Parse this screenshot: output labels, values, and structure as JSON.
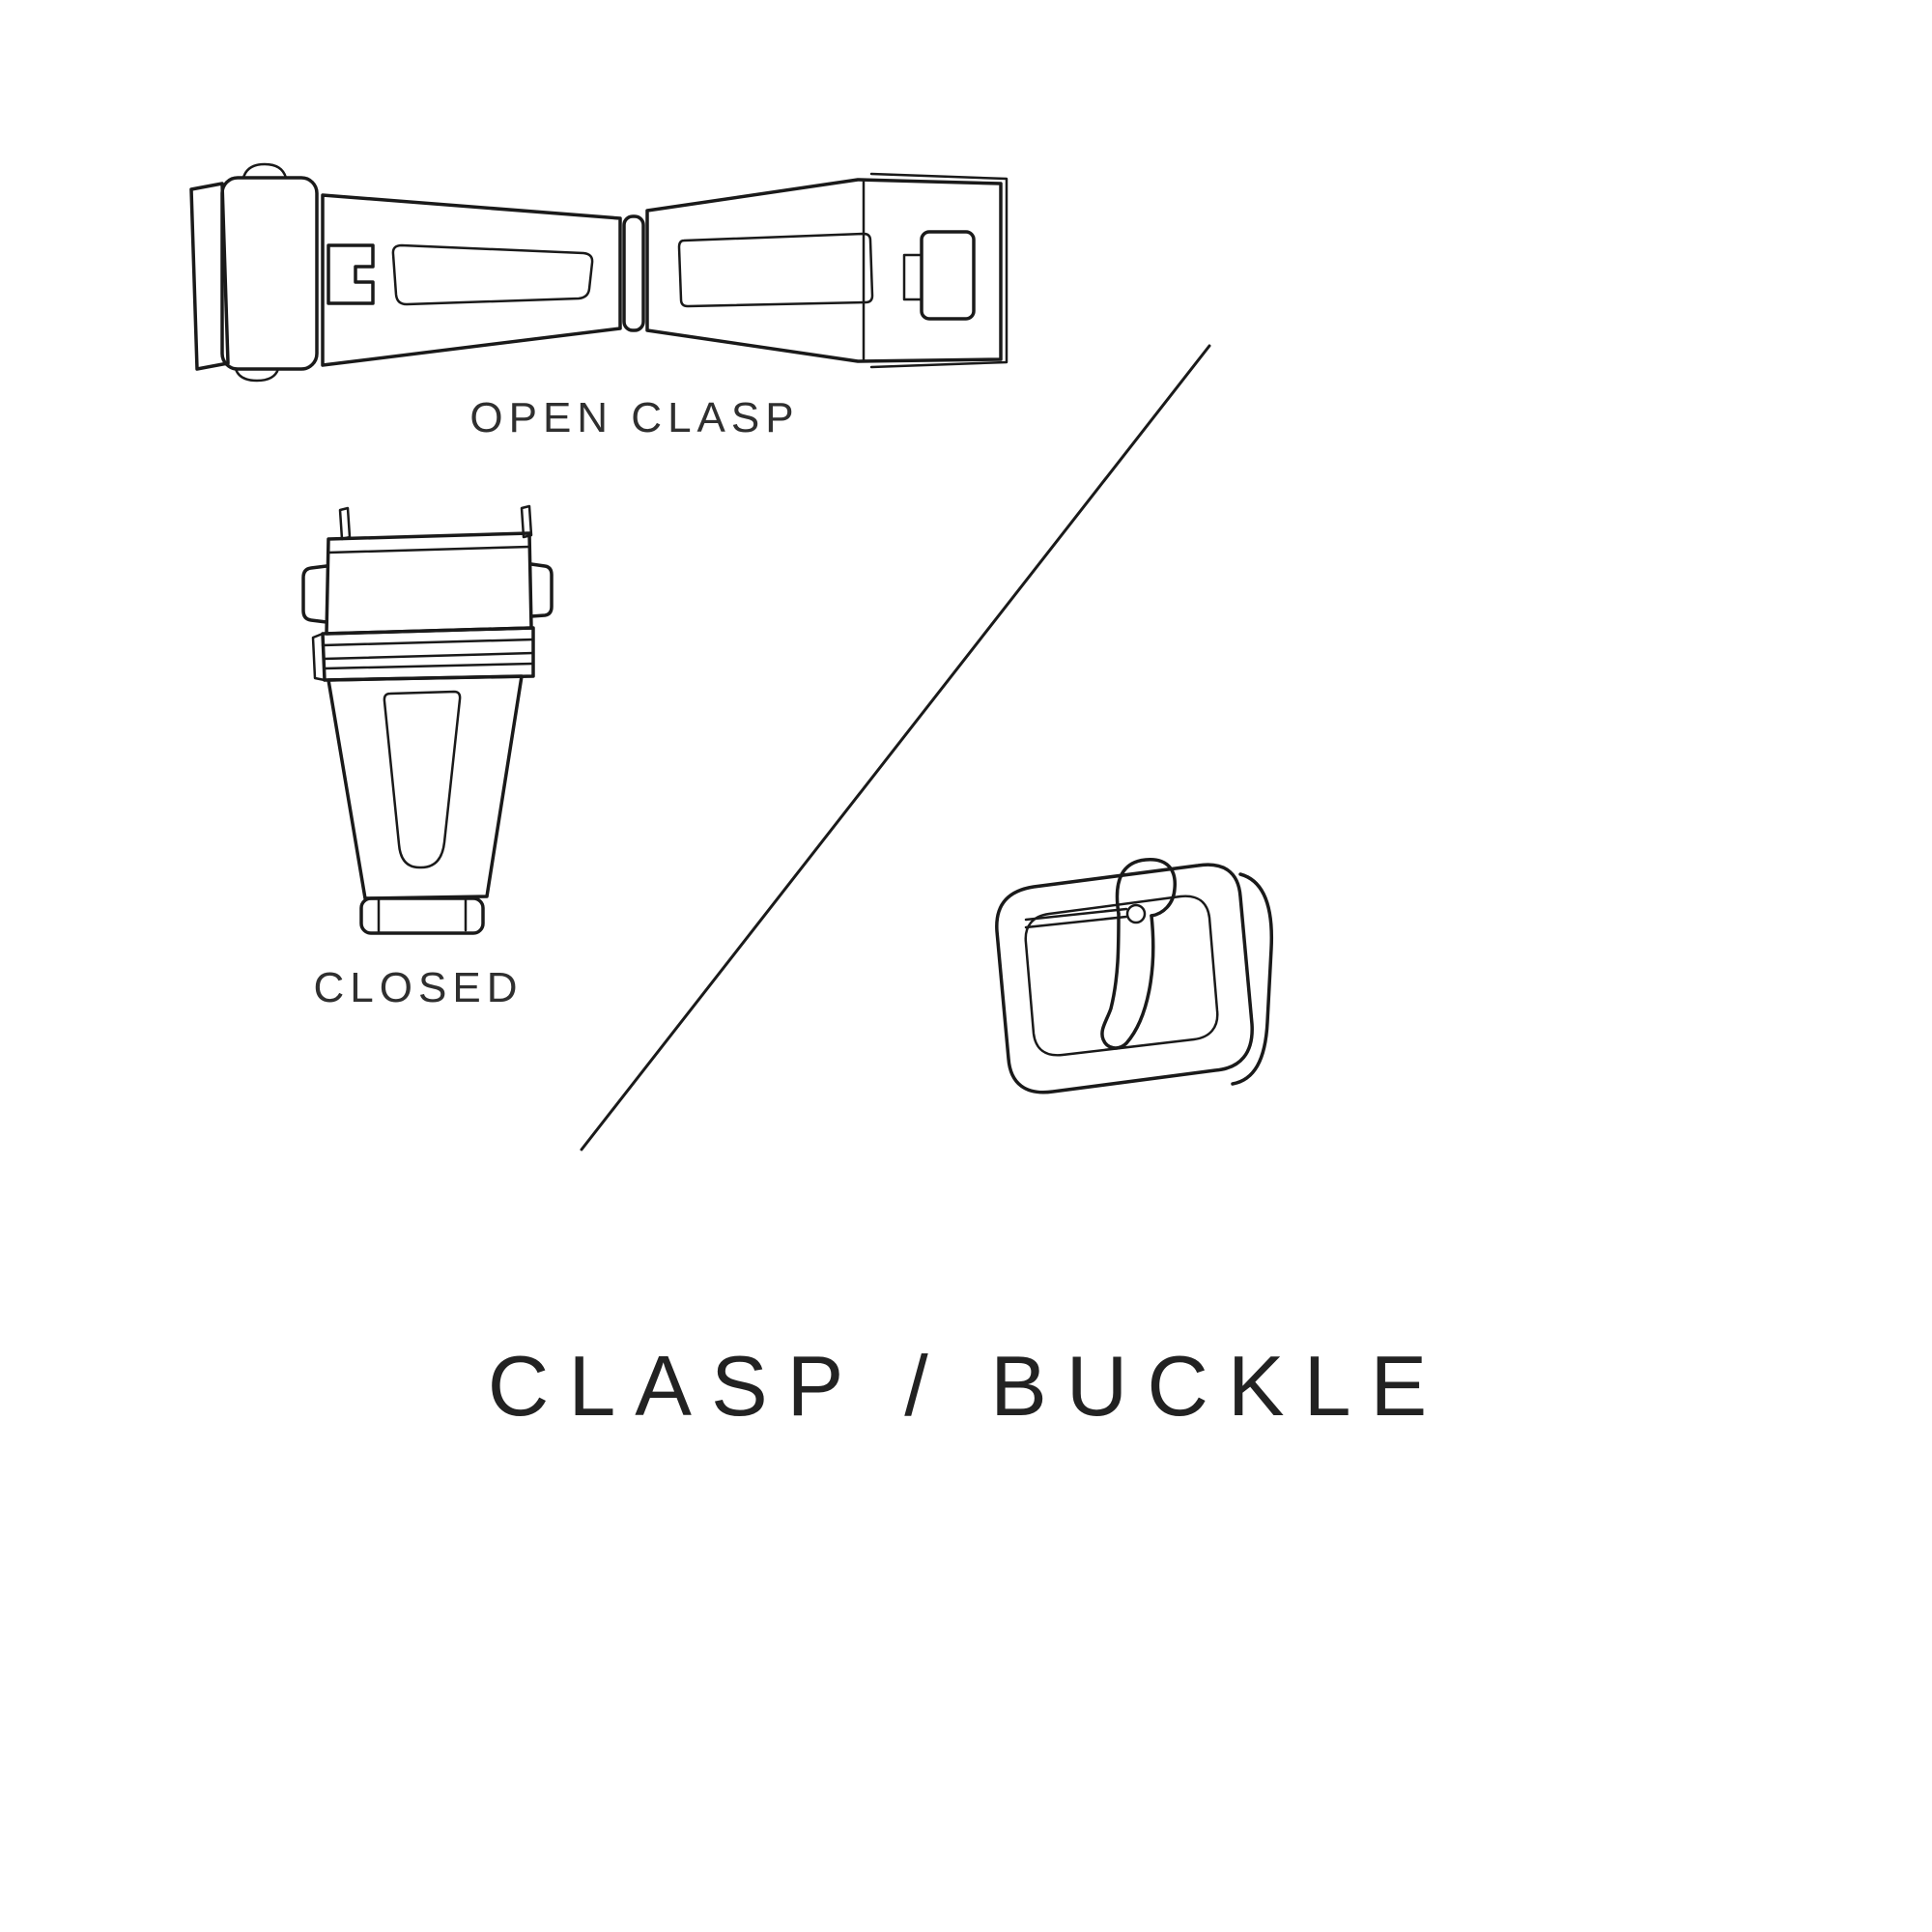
{
  "page": {
    "background_color": "#ffffff",
    "ink_color": "#1a1a1a",
    "text_color": "#2b2b2b"
  },
  "labels": {
    "open_clasp": "OPEN CLASP",
    "closed": "CLOSED"
  },
  "title": "CLASP / BUCKLE",
  "illustrations": [
    {
      "name": "open-clasp-illustration",
      "description": "deployant watch clasp shown opened flat"
    },
    {
      "name": "closed-clasp-illustration",
      "description": "deployant watch clasp shown closed, top view"
    },
    {
      "name": "buckle-illustration",
      "description": "tang pin buckle in perspective"
    },
    {
      "name": "diagonal-divider",
      "description": "thin diagonal separator line"
    }
  ]
}
